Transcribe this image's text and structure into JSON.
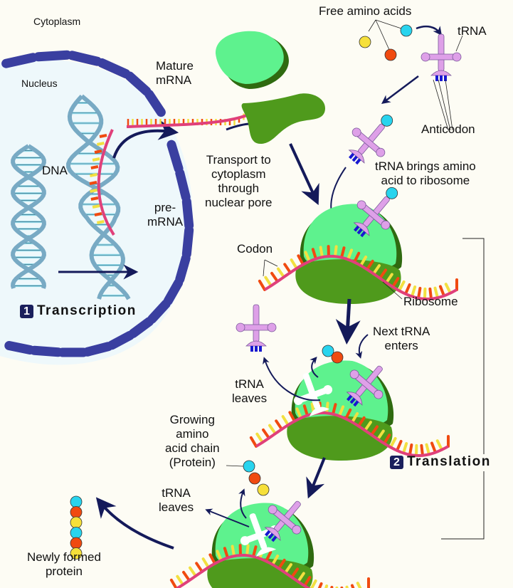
{
  "title": "Protein synthesis: transcription and translation",
  "colors": {
    "background": "#fdfcf4",
    "nucleus_fill": "#eef8fb",
    "nuclear_envelope": "#3a3fa0",
    "dna": "#78aac4",
    "mrna_backbone": "#e0407a",
    "base_red": "#f04a10",
    "base_yellow": "#f2e040",
    "ribosome_large": "#5ef28e",
    "ribosome_small": "#4f9a1c",
    "trna": "#dea0e8",
    "anticodon": "#1818d0",
    "amino_cyan": "#28d4ee",
    "amino_orange": "#f04a10",
    "amino_yellow": "#f6e03a",
    "arrow": "#141a5a"
  },
  "labels": {
    "cytoplasm": "Cytoplasm",
    "nucleus": "Nucleus",
    "dna": "DNA",
    "pre_mrna": [
      "pre-",
      "mRNA"
    ],
    "mature_mrna": [
      "Mature",
      "mRNA"
    ],
    "transport": [
      "Transport to",
      "cytoplasm",
      "through",
      "nuclear pore"
    ],
    "free_amino_acids": "Free amino acids",
    "trna": "tRNA",
    "anticodon": "Anticodon",
    "trna_brings": [
      "tRNA brings amino",
      "acid to ribosome"
    ],
    "codon": "Codon",
    "ribosome": "Ribosome",
    "next_trna": [
      "Next tRNA",
      "enters"
    ],
    "trna_leaves_1": [
      "tRNA",
      "leaves"
    ],
    "growing_chain": [
      "Growing",
      "amino",
      "acid chain",
      "(Protein)"
    ],
    "trna_leaves_2": [
      "tRNA",
      "leaves"
    ],
    "newly_formed": [
      "Newly formed",
      "protein"
    ]
  },
  "steps": [
    {
      "number": "1",
      "label": "Transcription"
    },
    {
      "number": "2",
      "label": "Translation"
    }
  ],
  "protein_chain_sequence": [
    "cyan",
    "orange",
    "yellow",
    "cyan",
    "orange",
    "yellow"
  ]
}
